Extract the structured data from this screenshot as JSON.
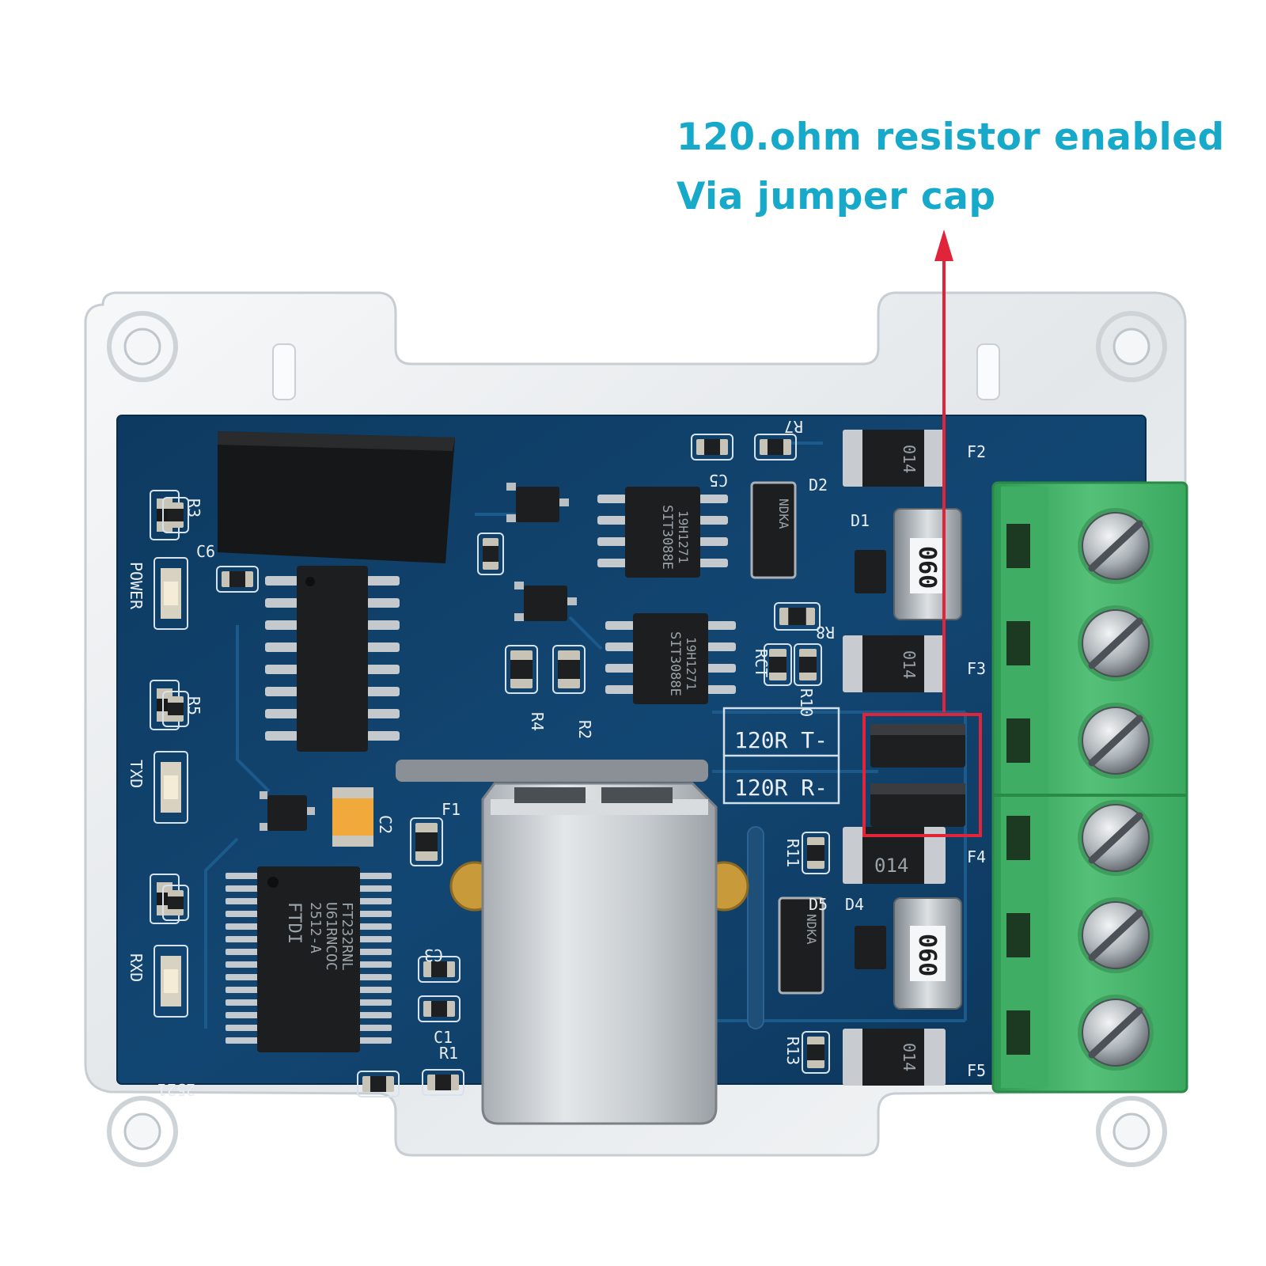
{
  "annotation": {
    "line1": "120.ohm resistor enabled",
    "line2": "Via jumper cap",
    "text_color": "#17a9c9",
    "highlight_color": "#e0253a"
  },
  "board": {
    "silkscreen": {
      "jumper_t": "120R T-",
      "jumper_r": "120R R-",
      "power": "POWER",
      "txd": "TXD",
      "rxd": "RXD",
      "r1": "R1",
      "r2": "R2",
      "r3": "R3",
      "r4": "R4",
      "r5": "R5",
      "r7": "R7",
      "r8": "R8",
      "r10": "R10",
      "r11": "R11",
      "r13": "R13",
      "rct": "RCT",
      "c1": "C1",
      "c2": "C2",
      "c3": "C3",
      "c5": "C5",
      "c6": "C6",
      "d1": "D1",
      "d2": "D2",
      "d4": "D4",
      "d5": "D5",
      "f1": "F1",
      "f2": "F2",
      "f3": "F3",
      "f4": "F4",
      "f5": "F5",
      "date_code": "2521"
    },
    "chips": {
      "ftdi_line1": "FTDI",
      "ftdi_line2": "2512-A",
      "ftdi_line3": "U61RNCOC",
      "ftdi_line4": "FT232RNL",
      "transceiver_line1": "SIT3088E",
      "transceiver_line2": "19H1271",
      "fuse_mark": "014",
      "tvs_mark": "NDKA",
      "inductor_mark": "060"
    },
    "colors": {
      "pcb": "#0f3e66",
      "terminal": "#4cbb6e",
      "case": "#eef1f3"
    }
  }
}
